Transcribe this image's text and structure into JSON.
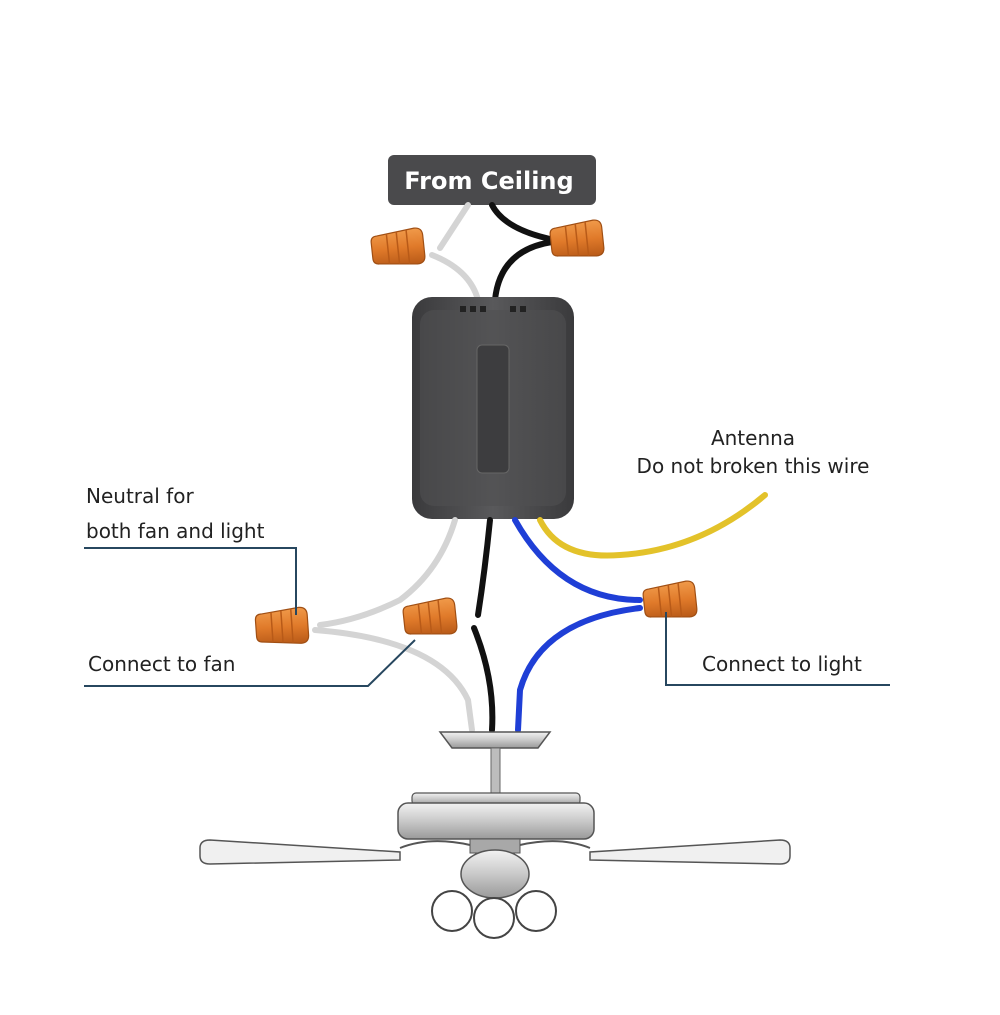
{
  "header": {
    "label": "From Ceiling"
  },
  "labels": {
    "antenna_line1": "Antenna",
    "antenna_line2": "Do not broken this wire",
    "neutral_line1": "Neutral for",
    "neutral_line2": "both fan and light",
    "fan": "Connect to fan",
    "light": "Connect to light"
  },
  "colors": {
    "header_bg": "#4a4a4c",
    "module": "#454547",
    "wire_white": "#d4d4d4",
    "wire_black": "#111111",
    "wire_blue": "#1f3fd6",
    "wire_yellow": "#e3c22a",
    "wire_nut": "#e07a2a",
    "leader_line": "#27475f"
  }
}
